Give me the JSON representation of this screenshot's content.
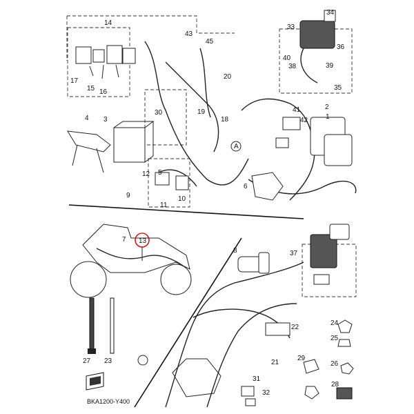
{
  "diagram": {
    "labels": [
      "1",
      "2",
      "3",
      "4",
      "5",
      "6",
      "7",
      "8",
      "9",
      "10",
      "11",
      "12",
      "13",
      "14",
      "15",
      "16",
      "17",
      "18",
      "19",
      "20",
      "21",
      "22",
      "23",
      "24",
      "25",
      "26",
      "27",
      "28",
      "29",
      "30",
      "31",
      "32",
      "33",
      "34",
      "35",
      "36",
      "37",
      "38",
      "39",
      "40",
      "41",
      "42",
      "43",
      "45",
      "A"
    ],
    "highlight_label": "13",
    "highlight_color": "#d01818",
    "code": "BKA1200-Y400"
  }
}
